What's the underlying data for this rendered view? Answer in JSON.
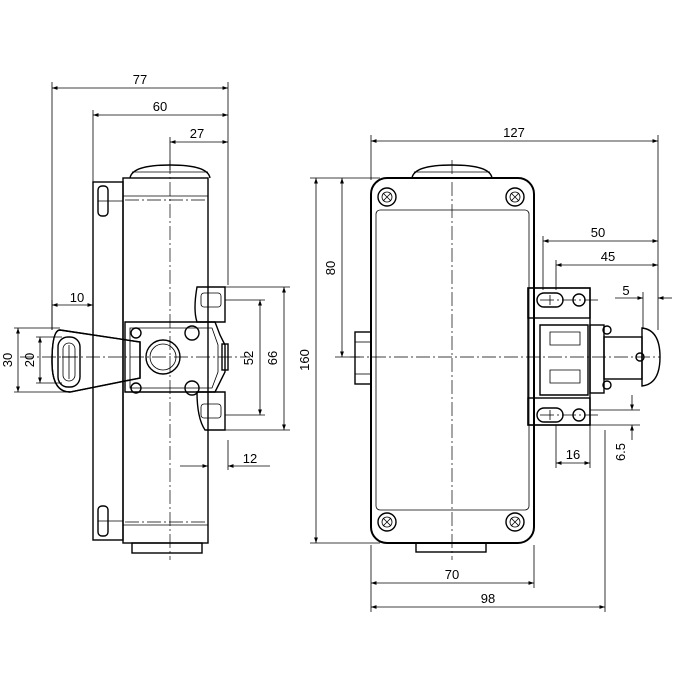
{
  "side_view": {
    "dims": {
      "w77": "77",
      "w60": "60",
      "w27": "27",
      "w10": "10",
      "h30": "30",
      "h20": "20",
      "h52": "52",
      "h66": "66",
      "w12": "12"
    }
  },
  "front_view": {
    "dims": {
      "w127": "127",
      "h80": "80",
      "h160": "160",
      "w50": "50",
      "w45": "45",
      "w5": "5",
      "w16": "16",
      "h6_5": "6.5",
      "w70": "70",
      "w98": "98"
    }
  }
}
